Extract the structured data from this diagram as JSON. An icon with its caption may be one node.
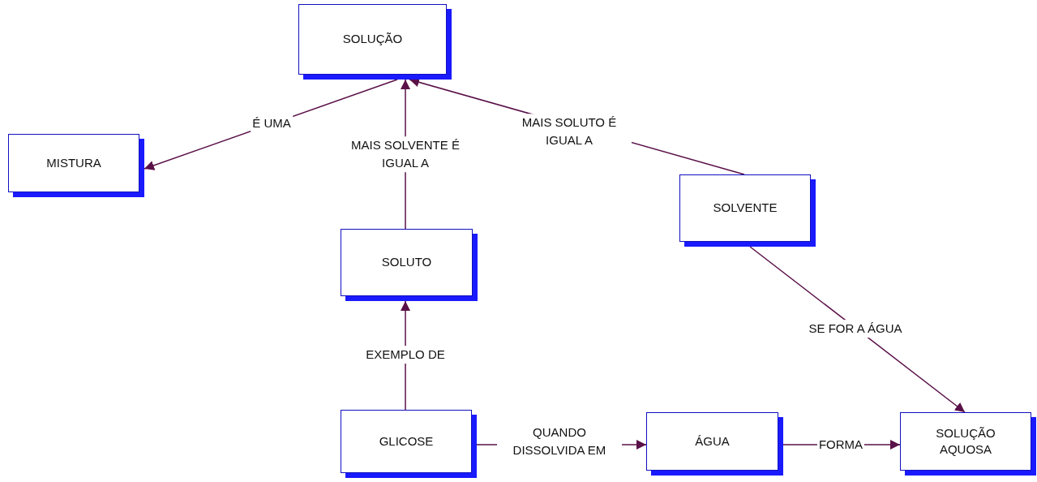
{
  "diagram": {
    "nodes": [
      {
        "text": [
          "SOLUÇÃO"
        ]
      },
      {
        "text": [
          "MISTURA"
        ]
      },
      {
        "text": [
          "SOLVENTE"
        ]
      },
      {
        "text": [
          "SOLUTO"
        ]
      },
      {
        "text": [
          "GLICOSE"
        ]
      },
      {
        "text": [
          "ÁGUA"
        ]
      },
      {
        "text": [
          "SOLUÇÃO AQUOSA"
        ]
      }
    ],
    "edges": [
      {
        "from": 0,
        "to": 1,
        "arrow": "to",
        "label": "É UMA"
      },
      {
        "from": 3,
        "to": 0,
        "arrow": "to",
        "label": "MAIS SOLVENTE É IGUAL A"
      },
      {
        "from": 2,
        "to": 0,
        "arrow": "to",
        "label": "MAIS SOLUTO É IGUAL A"
      },
      {
        "from": 4,
        "to": 3,
        "arrow": "to",
        "label": "EXEMPLO DE"
      },
      {
        "from": 4,
        "to": 5,
        "arrow": "to",
        "label": "QUANDO DISSOLVIDA EM"
      },
      {
        "from": 5,
        "to": 6,
        "arrow": "to",
        "label": "FORMA"
      },
      {
        "from": 2,
        "to": 6,
        "arrow": "to",
        "label": "SE FOR A ÁGUA"
      }
    ]
  }
}
